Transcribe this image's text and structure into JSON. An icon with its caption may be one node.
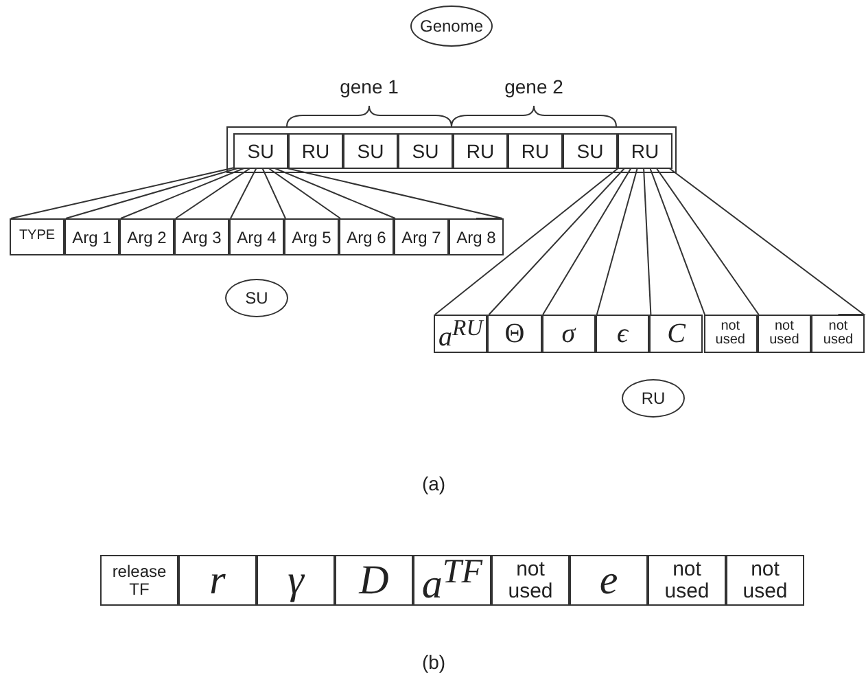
{
  "diagram": {
    "nodes": [
      {
        "text": [
          "Genome"
        ]
      },
      {
        "text": [],
        "shape": "box"
      },
      {
        "text": [
          "SU"
        ],
        "in": 1
      },
      {
        "text": [
          "RU"
        ],
        "in": 1
      },
      {
        "text": [
          "SU"
        ],
        "in": 1
      },
      {
        "text": [
          "SU"
        ],
        "in": 1
      },
      {
        "text": [
          "RU"
        ],
        "in": 1
      },
      {
        "text": [
          "RU"
        ],
        "in": 1
      },
      {
        "text": [
          "SU"
        ],
        "in": 1
      },
      {
        "text": [
          "RU"
        ],
        "in": 1
      },
      {
        "text": [
          "TYPE"
        ]
      },
      {
        "text": [
          "Arg 1"
        ]
      },
      {
        "text": [
          "Arg 2"
        ]
      },
      {
        "text": [
          "Arg 3"
        ]
      },
      {
        "text": [
          "Arg 4"
        ]
      },
      {
        "text": [
          "Arg 5"
        ]
      },
      {
        "text": [
          "Arg 6"
        ]
      },
      {
        "text": [
          "Arg 7"
        ]
      },
      {
        "text": [
          "Arg 8"
        ]
      },
      {
        "text": [
          "SU"
        ]
      },
      {
        "text": [
          "a$^{RU}$"
        ]
      },
      {
        "text": [
          "Θ"
        ]
      },
      {
        "text": [
          "σ"
        ]
      },
      {
        "text": [
          "ϵ"
        ]
      },
      {
        "text": [
          "C"
        ]
      },
      {
        "text": [
          "not used"
        ]
      },
      {
        "text": [
          "not used"
        ]
      },
      {
        "text": [
          "not used"
        ]
      },
      {
        "text": [
          "RU"
        ]
      },
      {
        "text": [
          "release TF"
        ]
      },
      {
        "text": [
          "r"
        ]
      },
      {
        "text": [
          "γ"
        ]
      },
      {
        "text": [
          "D"
        ]
      },
      {
        "text": [
          "a$^{TF}$"
        ]
      },
      {
        "text": [
          "not used"
        ]
      },
      {
        "text": [
          "e"
        ]
      },
      {
        "text": [
          "not used"
        ]
      },
      {
        "text": [
          "not used"
        ]
      }
    ],
    "edges": [
      {
        "from": 2,
        "to": 10,
        "arrow": "none"
      },
      {
        "from": 2,
        "to": 11,
        "arrow": "none"
      },
      {
        "from": 2,
        "to": 12,
        "arrow": "none"
      },
      {
        "from": 2,
        "to": 13,
        "arrow": "none"
      },
      {
        "from": 2,
        "to": 14,
        "arrow": "none"
      },
      {
        "from": 2,
        "to": 15,
        "arrow": "none"
      },
      {
        "from": 2,
        "to": 16,
        "arrow": "none"
      },
      {
        "from": 2,
        "to": 17,
        "arrow": "none"
      },
      {
        "from": 2,
        "to": 18,
        "arrow": "none"
      },
      {
        "from": 9,
        "to": 20,
        "arrow": "none"
      },
      {
        "from": 9,
        "to": 21,
        "arrow": "none"
      },
      {
        "from": 9,
        "to": 22,
        "arrow": "none"
      },
      {
        "from": 9,
        "to": 23,
        "arrow": "none"
      },
      {
        "from": 9,
        "to": 24,
        "arrow": "none"
      },
      {
        "from": 9,
        "to": 25,
        "arrow": "none"
      },
      {
        "from": 9,
        "to": 26,
        "arrow": "none"
      },
      {
        "from": 9,
        "to": 27,
        "arrow": "none"
      }
    ],
    "labels": [
      "gene 1",
      "gene 2",
      "(a)",
      "(b)"
    ]
  }
}
